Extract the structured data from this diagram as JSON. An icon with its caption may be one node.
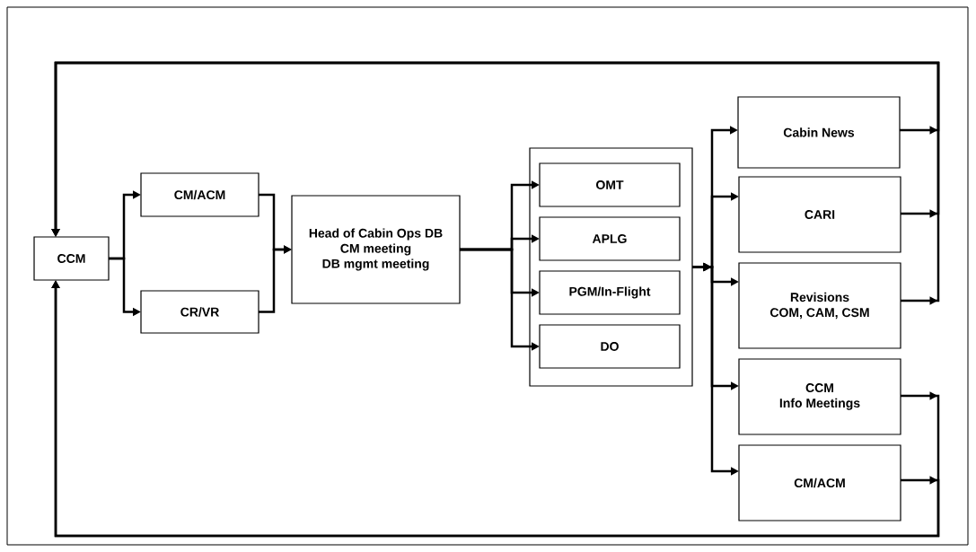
{
  "diagram": {
    "nodes": [
      {
        "text": [
          "CCM"
        ]
      },
      {
        "text": [
          "CM/ACM"
        ]
      },
      {
        "text": [
          "CR/VR"
        ]
      },
      {
        "text": [
          "Head of Cabin Ops DB",
          "CM meeting",
          "DB mgmt meeting"
        ]
      },
      {
        "text": [],
        "shape": "box"
      },
      {
        "text": [
          "OMT"
        ],
        "in": 4
      },
      {
        "text": [
          "APLG"
        ],
        "in": 4
      },
      {
        "text": [
          "PGM/In-Flight"
        ],
        "in": 4
      },
      {
        "text": [
          "DO"
        ],
        "in": 4
      },
      {
        "text": [
          "Cabin News"
        ]
      },
      {
        "text": [
          "CARI"
        ]
      },
      {
        "text": [
          "Revisions",
          "COM, CAM, CSM"
        ]
      },
      {
        "text": [
          "CCM",
          "Info Meetings"
        ]
      },
      {
        "text": [
          "CM/ACM"
        ]
      }
    ],
    "edges": [
      {
        "from": 0,
        "to": 1,
        "arrow": "to"
      },
      {
        "from": 0,
        "to": 2,
        "arrow": "to"
      },
      {
        "from": 1,
        "to": 3,
        "arrow": "to"
      },
      {
        "from": 2,
        "to": 3,
        "arrow": "to"
      },
      {
        "from": 3,
        "to": 5,
        "arrow": "to"
      },
      {
        "from": 3,
        "to": 6,
        "arrow": "to"
      },
      {
        "from": 3,
        "to": 7,
        "arrow": "to"
      },
      {
        "from": 3,
        "to": 8,
        "arrow": "to"
      },
      {
        "from": 4,
        "to": 9,
        "arrow": "to"
      },
      {
        "from": 4,
        "to": 10,
        "arrow": "to"
      },
      {
        "from": 4,
        "to": 11,
        "arrow": "to"
      },
      {
        "from": 4,
        "to": 12,
        "arrow": "to"
      },
      {
        "from": 4,
        "to": 13,
        "arrow": "to"
      },
      {
        "from": 9,
        "to": 0,
        "arrow": "to"
      },
      {
        "from": 10,
        "to": 0,
        "arrow": "to"
      },
      {
        "from": 11,
        "to": 0,
        "arrow": "to"
      },
      {
        "from": 12,
        "to": 0,
        "arrow": "to"
      },
      {
        "from": 13,
        "to": 0,
        "arrow": "to"
      }
    ]
  }
}
